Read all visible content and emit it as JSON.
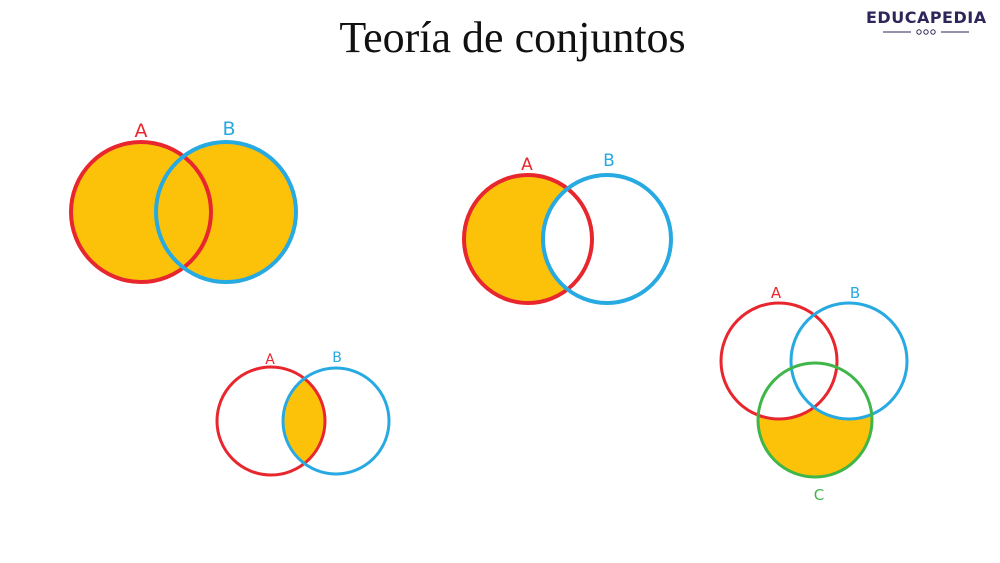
{
  "title": "Teoría de conjuntos",
  "logo": {
    "text": "EDUCAPEDIA"
  },
  "colors": {
    "set_a": "#e8262d",
    "set_b": "#27a9e1",
    "set_c": "#3fb54a",
    "fill": "#fcc20a"
  },
  "diagrams": [
    {
      "shaded_region": "A ∪ B",
      "labels": {
        "a": "A",
        "b": "B"
      }
    },
    {
      "shaded_region": "A − B",
      "labels": {
        "a": "A",
        "b": "B"
      }
    },
    {
      "shaded_region": "A ∩ B",
      "labels": {
        "a": "A",
        "b": "B"
      }
    },
    {
      "shaded_region": "C − (A ∪ B)",
      "labels": {
        "a": "A",
        "b": "B",
        "c": "C"
      }
    }
  ]
}
